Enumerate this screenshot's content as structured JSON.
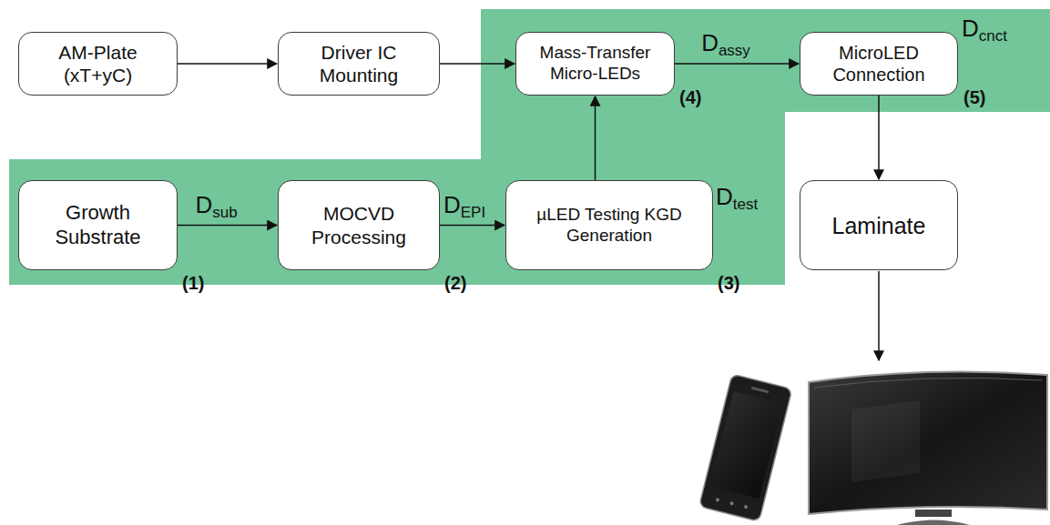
{
  "diagram": {
    "nodes": [
      {
        "text": [
          "AM-Plate (xT+yC)"
        ]
      },
      {
        "text": [
          "Driver IC Mounting"
        ]
      },
      {
        "text": [
          "Mass-Transfer Micro-LEDs"
        ]
      },
      {
        "text": [
          "MicroLED Connection"
        ]
      },
      {
        "text": [
          "Growth Substrate"
        ]
      },
      {
        "text": [
          "MOCVD Processing"
        ]
      },
      {
        "text": [
          "µLED Testing KGD Generation"
        ]
      },
      {
        "text": [
          "Laminate"
        ]
      }
    ],
    "edges": [
      {
        "from": 0,
        "to": 1,
        "arrow": "to"
      },
      {
        "from": 1,
        "to": 2,
        "arrow": "to"
      },
      {
        "from": 2,
        "to": 3,
        "label": "Dassy",
        "arrow": "to"
      },
      {
        "from": 4,
        "to": 5,
        "label": "Dsub",
        "arrow": "to"
      },
      {
        "from": 5,
        "to": 6,
        "label": "DEPI",
        "arrow": "to"
      },
      {
        "from": 6,
        "to": 2,
        "arrow": "to"
      },
      {
        "from": 3,
        "to": 7,
        "arrow": "to"
      }
    ],
    "labels": [
      "(1)",
      "(2)",
      "(3)",
      "(4)",
      "(5)",
      "Dtest",
      "Dcnct"
    ]
  }
}
